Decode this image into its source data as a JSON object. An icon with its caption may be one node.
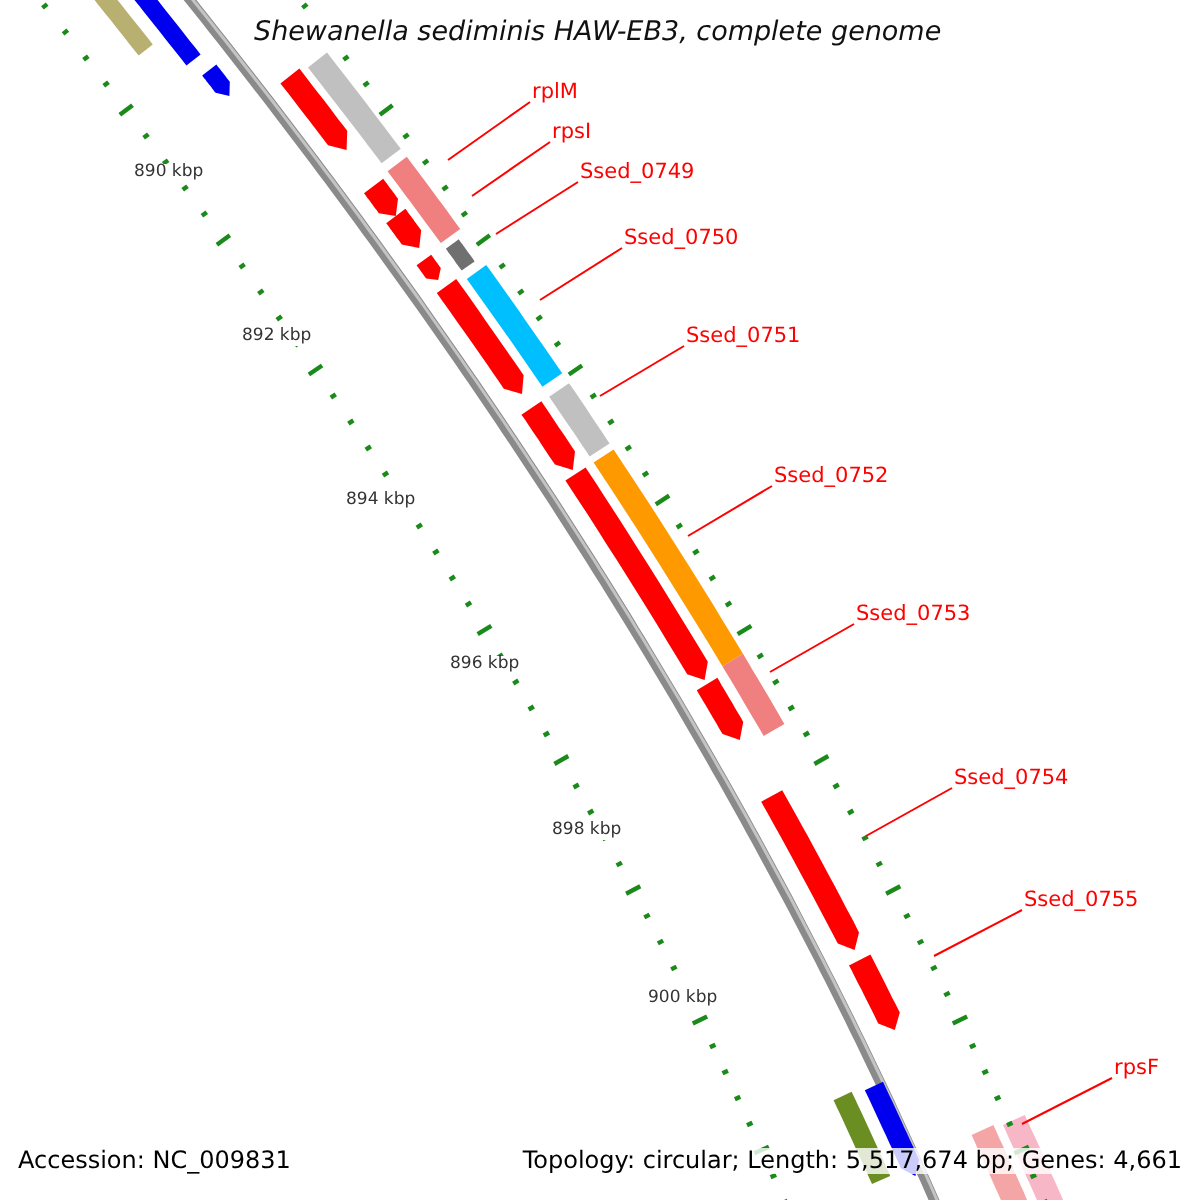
{
  "diagram": {
    "title": "Shewanella sediminis HAW-EB3, complete genome",
    "nodes": [
      {
        "text": [
          "rplM"
        ]
      },
      {
        "text": [
          "rpsI"
        ]
      },
      {
        "text": [
          "Ssed_0749"
        ]
      },
      {
        "text": [
          "Ssed_0750"
        ]
      },
      {
        "text": [
          "Ssed_0751"
        ]
      },
      {
        "text": [
          "Ssed_0752"
        ]
      },
      {
        "text": [
          "Ssed_0753"
        ]
      },
      {
        "text": [
          "Ssed_0754"
        ]
      },
      {
        "text": [
          "Ssed_0755"
        ]
      },
      {
        "text": [
          "rpsF"
        ]
      }
    ],
    "edges": [
      {
        "from": 0,
        "to": null,
        "arrow": "none"
      },
      {
        "from": 1,
        "to": null,
        "arrow": "none"
      },
      {
        "from": 2,
        "to": null,
        "arrow": "none"
      },
      {
        "from": 3,
        "to": null,
        "arrow": "none"
      },
      {
        "from": 4,
        "to": null,
        "arrow": "none"
      },
      {
        "from": 5,
        "to": null,
        "arrow": "none"
      },
      {
        "from": 6,
        "to": null,
        "arrow": "none"
      },
      {
        "from": 7,
        "to": null,
        "arrow": "none"
      },
      {
        "from": 8,
        "to": null,
        "arrow": "none"
      },
      {
        "from": 9,
        "to": null,
        "arrow": "none"
      }
    ],
    "labels": [
      "890 kbp",
      "892 kbp",
      "894 kbp",
      "896 kbp",
      "898 kbp",
      "900 kbp",
      "Accession: NC_009831",
      "Topology: circular; Length: 5,517,674 bp; Genes: 4,661"
    ]
  }
}
